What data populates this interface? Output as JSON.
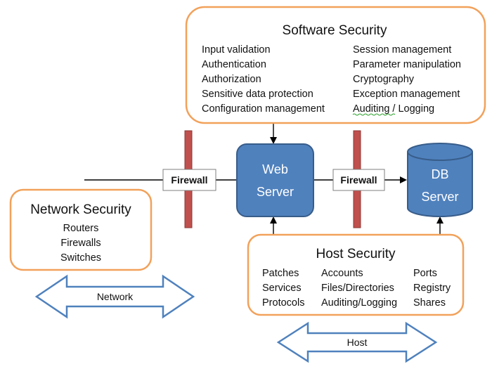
{
  "software_security": {
    "title": "Software Security",
    "left_items": [
      "Input validation",
      "Authentication",
      "Authorization",
      "Sensitive data protection",
      "Configuration management"
    ],
    "right_items": [
      "Session management",
      "Parameter manipulation",
      "Cryptography",
      "Exception management"
    ],
    "auditing_word": "Auditing",
    "logging_suffix": " / Logging"
  },
  "network_security": {
    "title": "Network Security",
    "items": [
      "Routers",
      "Firewalls",
      "Switches"
    ]
  },
  "host_security": {
    "title": "Host Security",
    "col1": [
      "Patches",
      "Services",
      "Protocols"
    ],
    "col2": [
      "Accounts",
      "Files/Directories",
      "Auditing/Logging"
    ],
    "col3": [
      "Ports",
      "Registry",
      "Shares"
    ]
  },
  "firewall_left": "Firewall",
  "firewall_right": "Firewall",
  "web_server": {
    "line1": "Web",
    "line2": "Server"
  },
  "db_server": {
    "line1": "DB",
    "line2": "Server"
  },
  "network_arrow_label": "Network",
  "host_arrow_label": "Host",
  "colors": {
    "section_border": "#f2a15a",
    "server_fill": "#4f81bd",
    "firewall_pole": "#c0504d",
    "double_arrow_outline": "#4f81bd"
  }
}
